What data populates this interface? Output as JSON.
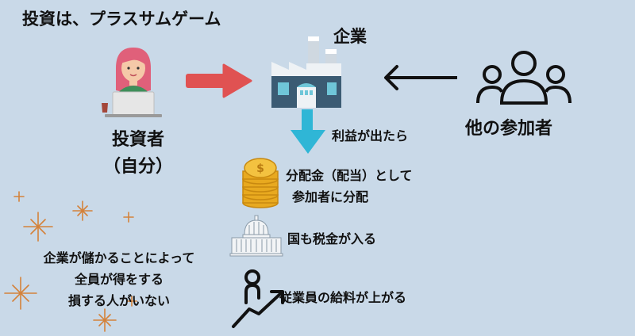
{
  "title": "投資は、プラスサムゲーム",
  "company": {
    "label": "企業"
  },
  "investor": {
    "label_line1": "投資者",
    "label_line2": "（自分）"
  },
  "other_participants": {
    "label": "他の参加者"
  },
  "flows": {
    "profit": "利益が出たら",
    "dividend_line1": "分配金（配当）として",
    "dividend_line2": "参加者に分配",
    "tax": "国も税金が入る",
    "salary": "従業員の給料が上がる"
  },
  "conclusion": {
    "line1": "企業が儲かることによって",
    "line2": "全員が得をする",
    "line3": "損する人がいない"
  },
  "colors": {
    "background": "#c9d9e8",
    "investor_arrow": "#e05252",
    "profit_arrow": "#2fb6d6",
    "factory_body": "#3b5b73",
    "factory_window": "#6fc6d8",
    "coin_gold": "#e8a91f",
    "sparkle": "#d4823a"
  },
  "icons": {
    "investor": "person-at-laptop-icon",
    "company": "factory-icon",
    "others": "group-of-people-icon",
    "dividend": "coin-stack-icon",
    "tax": "capitol-building-icon",
    "salary": "person-climbing-growth-arrow-icon"
  }
}
